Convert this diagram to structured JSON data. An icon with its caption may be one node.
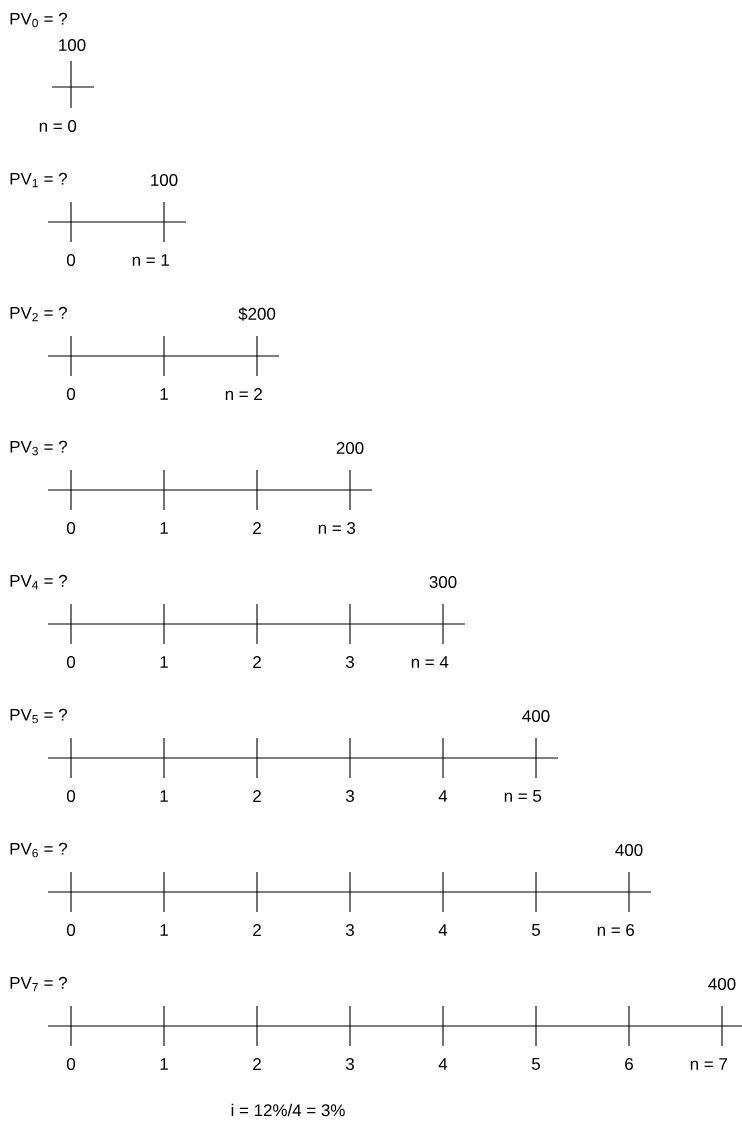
{
  "diagram": {
    "labels": [
      "PV$_{0}$ = ?",
      "100",
      "n = 0",
      "PV$_{1}$ = ?",
      "100",
      "0",
      "n = 1",
      "PV$_{2}$ = ?",
      "$200",
      "0",
      "1",
      "n = 2",
      "PV$_{3}$ = ?",
      "200",
      "0",
      "1",
      "2",
      "n = 3",
      "PV$_{4}$ = ?",
      "300",
      "0",
      "1",
      "2",
      "3",
      "n = 4",
      "PV$_{5}$ = ?",
      "400",
      "0",
      "1",
      "2",
      "3",
      "4",
      "n = 5",
      "PV$_{6}$ = ?",
      "400",
      "0",
      "1",
      "2",
      "3",
      "4",
      "5",
      "n = 6",
      "PV$_{7}$ = ?",
      "400",
      "0",
      "1",
      "2",
      "3",
      "4",
      "5",
      "6",
      "n = 7",
      "i = 12%/4 = 3%"
    ]
  }
}
